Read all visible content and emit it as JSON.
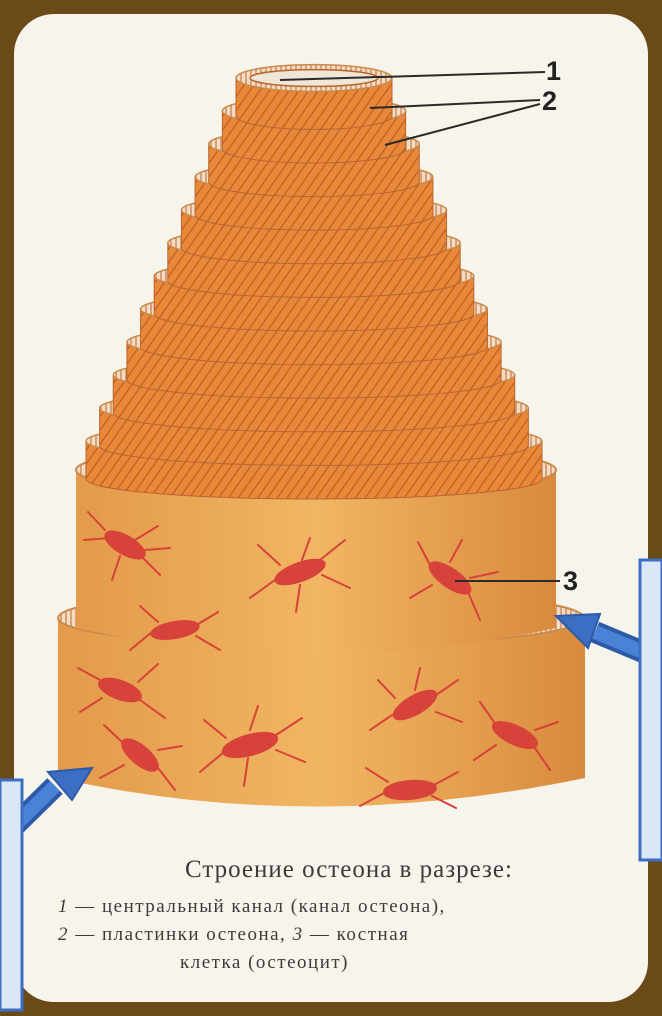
{
  "labels": {
    "one": "1",
    "two": "2",
    "three": "3"
  },
  "caption": {
    "title": "Строение остеона в разрезе:",
    "line1_num": "1",
    "line1_text": " — центральный канал (канал остеона),",
    "line2_num": "2",
    "line2_text": " — пластинки остеона, ",
    "line2_num2": "3",
    "line2_text2": " — костная",
    "line3_text": "клетка (остеоцит)"
  },
  "colors": {
    "frame": "#6a4a17",
    "panel": "#f7f4ec",
    "lamella": "#e8893a",
    "lamella_dark": "#c9632a",
    "cell": "#d7423a",
    "ring": "#f2dcc4",
    "arrow": "#3c6fc4"
  },
  "icons": [
    "arrow-left",
    "arrow-right"
  ]
}
